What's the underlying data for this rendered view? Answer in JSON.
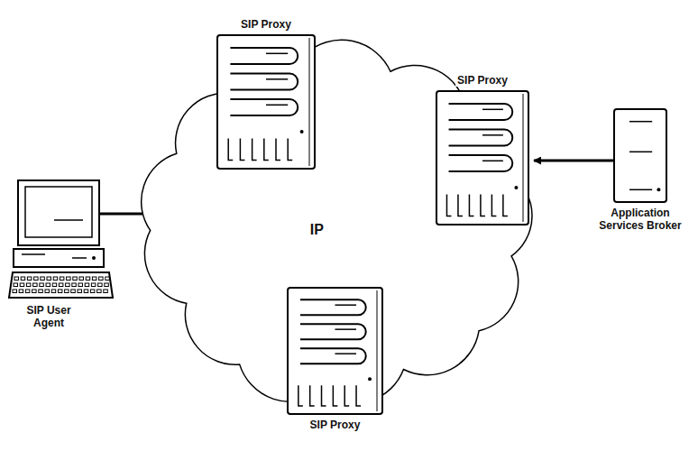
{
  "diagram": {
    "nodes": [
      {
        "text": [
          "SIP Proxy"
        ]
      },
      {
        "text": [
          "SIP Proxy"
        ]
      },
      {
        "text": [
          "SIP User Agent"
        ]
      },
      {
        "text": [
          "IP"
        ]
      },
      {
        "text": [
          "Application Services Broker"
        ]
      },
      {
        "text": [
          "SIP Proxy"
        ]
      }
    ],
    "edges": [
      {
        "from": 2,
        "to": 3,
        "arrow": "none"
      },
      {
        "from": 4,
        "to": 1,
        "arrow": "to"
      }
    ]
  }
}
